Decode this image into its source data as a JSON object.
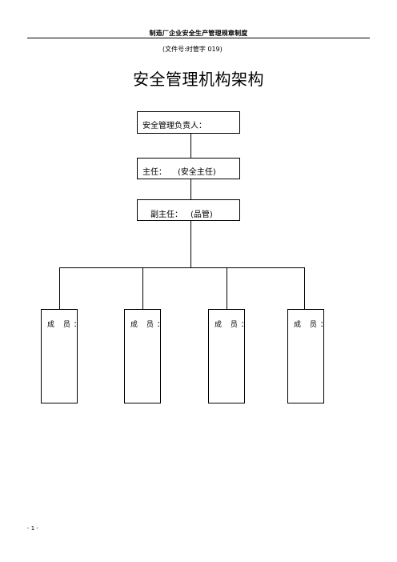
{
  "header": {
    "title": "制造厂企业安全生产管理规章制度"
  },
  "document": {
    "number": "(文件号:时管字 019)",
    "title": "安全管理机构架构"
  },
  "org_chart": {
    "head_label": "安全管理负责人：",
    "director_label": "主任：",
    "director_value": "(安全主任)",
    "deputy_label": "副主任：",
    "deputy_value": "(品管)",
    "members": [
      {
        "label": "成 员："
      },
      {
        "label": "成 员："
      },
      {
        "label": "成 员："
      },
      {
        "label": "成 员："
      }
    ]
  },
  "footer": {
    "page": "- 1 -"
  }
}
